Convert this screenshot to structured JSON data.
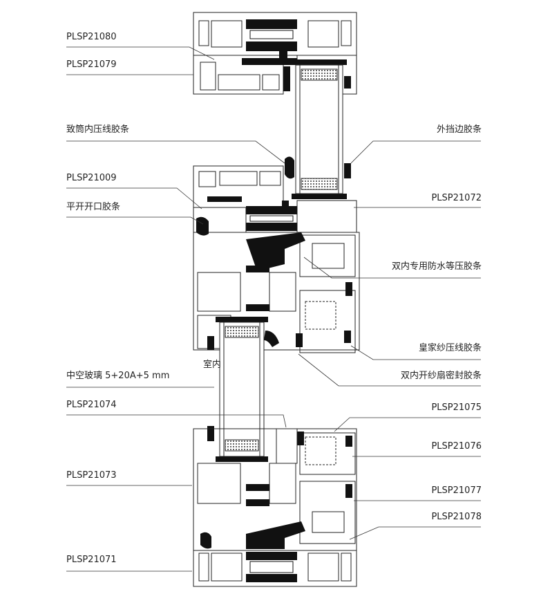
{
  "labels": {
    "plsp21080": "PLSP21080",
    "plsp21079": "PLSP21079",
    "inner_bead_gasket": "致筒内压线胶条",
    "outer_stop_gasket": "外挡边胶条",
    "plsp21009": "PLSP21009",
    "plsp21072": "PLSP21072",
    "casement_gasket": "平开开口胶条",
    "double_waterproof_gasket": "双内专用防水等压胶条",
    "screen_bead_gasket": "皇家纱压线胶条",
    "screen_sash_seal": "双内开纱扇密封胶条",
    "glass_spec": "中空玻璃 5+20A+5 mm",
    "indoor": "室内",
    "plsp21074": "PLSP21074",
    "plsp21075": "PLSP21075",
    "plsp21076": "PLSP21076",
    "plsp21073": "PLSP21073",
    "plsp21077": "PLSP21077",
    "plsp21078": "PLSP21078",
    "plsp21071": "PLSP21071"
  }
}
